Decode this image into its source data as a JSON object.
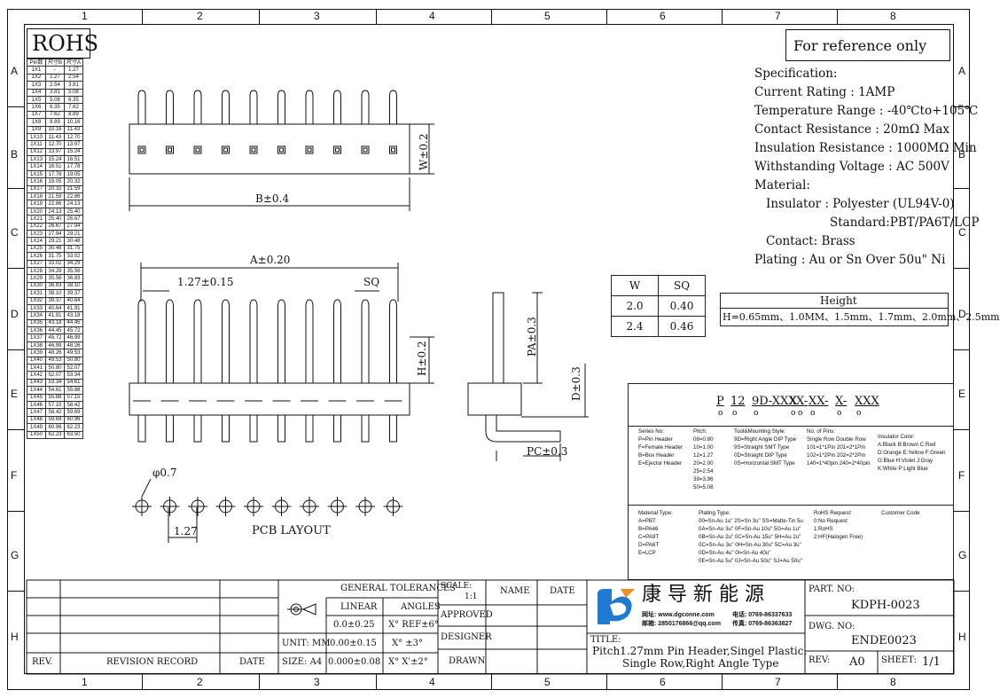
{
  "ruler": {
    "columns": [
      "1",
      "2",
      "3",
      "4",
      "5",
      "6",
      "7",
      "8"
    ],
    "rows": [
      "A",
      "B",
      "C",
      "D",
      "E",
      "F",
      "G",
      "H"
    ]
  },
  "rohs_label": "ROHS",
  "pin_table": {
    "headers": [
      "Pin数",
      "尺寸B",
      "尺寸A"
    ],
    "rows": [
      [
        "1X1",
        "-",
        "1.27"
      ],
      [
        "1X2",
        "1.27",
        "2.54"
      ],
      [
        "1X3",
        "2.54",
        "3.81"
      ],
      [
        "1X4",
        "3.81",
        "5.08"
      ],
      [
        "1X5",
        "5.08",
        "6.35"
      ],
      [
        "1X6",
        "6.35",
        "7.62"
      ],
      [
        "1X7",
        "7.62",
        "8.89"
      ],
      [
        "1X8",
        "8.89",
        "10.16"
      ],
      [
        "1X9",
        "10.16",
        "11.43"
      ],
      [
        "1X10",
        "11.43",
        "12.70"
      ],
      [
        "1X11",
        "12.70",
        "13.97"
      ],
      [
        "1X12",
        "13.97",
        "15.24"
      ],
      [
        "1X13",
        "15.24",
        "16.51"
      ],
      [
        "1X14",
        "16.51",
        "17.78"
      ],
      [
        "1X15",
        "17.78",
        "19.05"
      ],
      [
        "1X16",
        "19.05",
        "20.32"
      ],
      [
        "1X17",
        "20.32",
        "21.59"
      ],
      [
        "1X18",
        "21.59",
        "22.86"
      ],
      [
        "1X19",
        "22.86",
        "24.13"
      ],
      [
        "1X20",
        "24.13",
        "25.40"
      ],
      [
        "1X21",
        "25.40",
        "26.67"
      ],
      [
        "1X22",
        "26.67",
        "27.94"
      ],
      [
        "1X23",
        "27.94",
        "29.21"
      ],
      [
        "1X24",
        "29.21",
        "30.48"
      ],
      [
        "1X25",
        "30.48",
        "31.75"
      ],
      [
        "1X26",
        "31.75",
        "33.02"
      ],
      [
        "1X27",
        "33.02",
        "34.29"
      ],
      [
        "1X28",
        "34.29",
        "35.56"
      ],
      [
        "1X29",
        "35.56",
        "36.83"
      ],
      [
        "1X30",
        "36.83",
        "38.10"
      ],
      [
        "1X31",
        "38.10",
        "39.37"
      ],
      [
        "1X32",
        "39.37",
        "40.64"
      ],
      [
        "1X33",
        "40.64",
        "41.91"
      ],
      [
        "1X34",
        "41.91",
        "43.18"
      ],
      [
        "1X35",
        "43.18",
        "44.45"
      ],
      [
        "1X36",
        "44.45",
        "45.72"
      ],
      [
        "1X37",
        "45.72",
        "46.99"
      ],
      [
        "1X38",
        "46.99",
        "48.26"
      ],
      [
        "1X39",
        "48.26",
        "49.53"
      ],
      [
        "1X40",
        "49.53",
        "50.80"
      ],
      [
        "1X41",
        "50.80",
        "52.07"
      ],
      [
        "1X42",
        "52.07",
        "53.34"
      ],
      [
        "1X43",
        "53.34",
        "54.61"
      ],
      [
        "1X44",
        "54.61",
        "55.88"
      ],
      [
        "1X45",
        "55.88",
        "57.15"
      ],
      [
        "1X46",
        "57.15",
        "58.42"
      ],
      [
        "1X47",
        "58.42",
        "59.69"
      ],
      [
        "1X48",
        "59.69",
        "60.96"
      ],
      [
        "1X49",
        "60.96",
        "62.23"
      ],
      [
        "1X50",
        "62.23",
        "63.50"
      ]
    ]
  },
  "reference_only": "For reference only",
  "spec": {
    "lines": [
      "Specification:",
      "Current Rating : 1AMP",
      "Temperature Range : -40℃to+105℃",
      "Contact Resistance : 20mΩ Max",
      "Insulation Resistance : 1000MΩ Min",
      "Withstanding Voltage : AC 500V",
      "Material:",
      "Insulator : Polyester (UL94V-0)",
      "Standard:PBT/PA6T/LCP",
      "Contact: Brass",
      "Plating : Au or Sn Over 50u\" Ni"
    ]
  },
  "dims": {
    "w": "W±0.2",
    "b": "B±0.4",
    "a": "A±0.20",
    "pitch": "1.27±0.15",
    "sq": "SQ",
    "h": "H±0.2",
    "pa": "PA±0.3",
    "d": "D±0.3",
    "pc": "PC±0.3",
    "hole": "φ0.7",
    "pcb_pitch": "1.27",
    "pcb_layout": "PCB LAYOUT"
  },
  "ws_table": {
    "headers": [
      "W",
      "SQ"
    ],
    "rows": [
      [
        "2.0",
        "0.40"
      ],
      [
        "2.4",
        "0.46"
      ]
    ]
  },
  "height_box": {
    "title": "Height",
    "values": "H=0.65mm、1.0MM、1.5mm、1.7mm、2.0mm、2.5mm"
  },
  "part_code": {
    "segments": [
      "P",
      "12",
      "9D-XXX",
      "X",
      "X-",
      "XX-",
      "X-",
      "XXX"
    ]
  },
  "legend": {
    "series": [
      "Series No:",
      "P=Pin Header",
      "F=Female Header",
      "B=Box Header",
      "E=Ejector Header"
    ],
    "pitch": [
      "Pitch:",
      "08=0.80",
      "10=1.00",
      "12=1.27",
      "20=2.00",
      "25=2.54",
      "39=3.96",
      "50=5.08"
    ],
    "mounting": [
      "Tool&Mounting Style:",
      "9D=Right Angle DIP Type",
      "9S=Straight SMT Type",
      "0D=Straight DIP Type",
      "0S=Horizontal SMT Type"
    ],
    "pins": [
      "No. of Pins:",
      "Single Row  Double Row",
      "101=1*1Pin  201=2*1Pin",
      "102=1*2Pin  202=2*2Pin",
      "140=1*40pin  240=2*40pin"
    ],
    "insulator_color": [
      "Insulator Color:",
      "A:Black  B:Brown  C:Red",
      "D:Orange E:Yellow F:Green",
      "G:Blue  H:Violet J:Gray",
      "K:White  P:Light Blue"
    ],
    "material": [
      "Material Type:",
      "A=PBT",
      "B=PA46",
      "C=PA9T",
      "D=PA6T",
      "E=LCP"
    ],
    "plating": [
      "Plating Type:",
      "00=Sn-Au 1u\"  2S=Sn 3u\"  SS=Matte-Tin 5u",
      "0A=Sn-Au 3u\" 0F=Sn-Au 10u\" 5G=Au 1u\"",
      "0B=Sn-Au 2u\" 0C=Sn-Au 15u\" 5H=Au 2u\"",
      "0C=Sn-Au 3u\" 0H=Sn-Au 30u\" 5C=Au 3u\"",
      "0D=Sn-Au 4u\" 0I=Sn-Au 40u\"",
      "0E=Sn-Au 5u\" 0J=Sn-Au 50u\" SJ=Au 50u\""
    ],
    "rohs": [
      "RoHS Request:",
      "0:No Request",
      "1:RoHS",
      "2:HF(Halogen Free)"
    ],
    "customer": [
      "Customer Code"
    ]
  },
  "title_block": {
    "general_tolerances": "GENERAL TOLERANCES",
    "linear": "LINEAR",
    "angles": "ANGLES",
    "tol_rows": [
      [
        "0.0±0.25",
        "X° REF±6°"
      ],
      [
        "0.00±0.15",
        "X° ±3°"
      ],
      [
        "0.000±0.08",
        "X° X'±2°"
      ]
    ],
    "unit": "UNIT: MM",
    "size": "SIZE: A4",
    "scale_label": "SCALE:",
    "scale_value": "1:1",
    "name": "NAME",
    "date": "DATE",
    "approved": "APPROVED",
    "designer": "DESIGNER",
    "drawn": "DRAWN",
    "rev": "REV.",
    "revision_record": "REVISION RECORD",
    "rev_date": "DATE",
    "company_name": "康 导 新 能 源",
    "web": "网址: www.dgconne.com",
    "phone": "电话: 0769-86337633",
    "email": "邮箱: 2850176866@qq.com",
    "fax": "传真: 0769-86363827",
    "title_label": "TITLE:",
    "title_line1": "Pitch1.27mm Pin Header,Singel Plastic,",
    "title_line2": "Single Row,Right Angle Type",
    "part_no_label": "PART. NO:",
    "part_no": "KDPH-0023",
    "dwg_no_label": "DWG. NO:",
    "dwg_no": "ENDE0023",
    "rev_label": "REV:",
    "rev_value": "A0",
    "sheet_label": "SHEET:",
    "sheet_value": "1/1"
  }
}
